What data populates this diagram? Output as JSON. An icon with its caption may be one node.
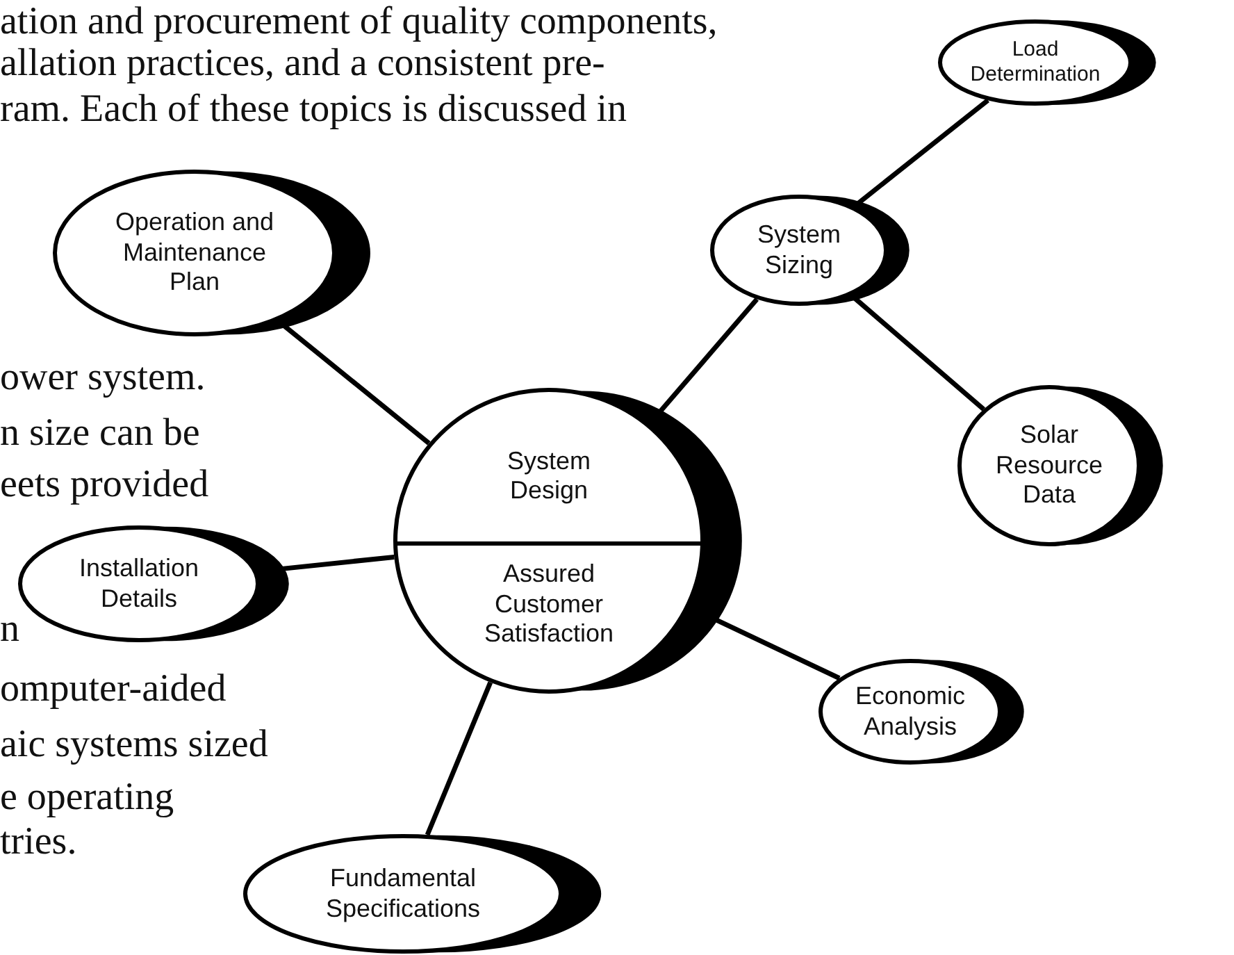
{
  "diagram": {
    "nodes": [
      {
        "text": [
          "Load Determination"
        ]
      },
      {
        "text": [
          "Operation and Maintenance Plan"
        ]
      },
      {
        "text": [
          "System Sizing"
        ]
      },
      {
        "text": [
          "System Design",
          "Assured Customer Satisfaction"
        ]
      },
      {
        "text": [
          "Solar Resource Data"
        ]
      },
      {
        "text": [
          "Installation Details"
        ]
      },
      {
        "text": [
          "Economic Analysis"
        ]
      },
      {
        "text": [
          "Fundamental Specifications"
        ]
      }
    ],
    "edges": [
      {
        "from": 0,
        "to": 2,
        "arrow": "none"
      },
      {
        "from": 1,
        "to": 3,
        "arrow": "none"
      },
      {
        "from": 2,
        "to": 3,
        "arrow": "none"
      },
      {
        "from": 2,
        "to": 4,
        "arrow": "none"
      },
      {
        "from": 5,
        "to": 3,
        "arrow": "none"
      },
      {
        "from": 3,
        "to": 6,
        "arrow": "none"
      },
      {
        "from": 3,
        "to": 7,
        "arrow": "none"
      }
    ],
    "labels": [
      "ation and procurement of quality components,",
      "allation practices, and a consistent pre-",
      "ram. Each of these topics is discussed in",
      "ower system.",
      "n size can be",
      "eets provided",
      "n",
      "omputer-aided",
      "aic systems sized",
      "e operating",
      "tries."
    ]
  }
}
